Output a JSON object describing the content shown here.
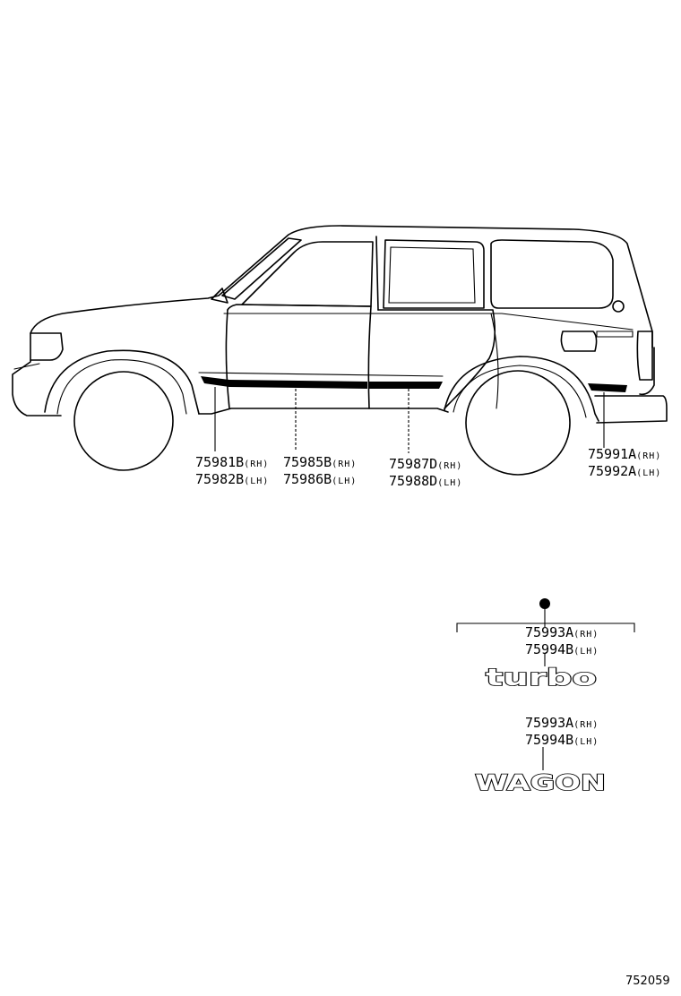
{
  "callouts": {
    "front_moulding": {
      "rh_part": "75981B",
      "rh_side": "(RH)",
      "lh_part": "75982B",
      "lh_side": "(LH)"
    },
    "front_door_moulding": {
      "rh_part": "75985B",
      "rh_side": "(RH)",
      "lh_part": "75986B",
      "lh_side": "(LH)"
    },
    "rear_door_moulding": {
      "rh_part": "75987D",
      "rh_side": "(RH)",
      "lh_part": "75988D",
      "lh_side": "(LH)"
    },
    "rear_moulding": {
      "rh_part": "75991A",
      "rh_side": "(RH)",
      "lh_part": "75992A",
      "lh_side": "(LH)"
    },
    "turbo_emblem": {
      "rh_part": "75993A",
      "rh_side": "(RH)",
      "lh_part": "75994B",
      "lh_side": "(LH)"
    },
    "wagon_emblem": {
      "rh_part": "75993A",
      "rh_side": "(RH)",
      "lh_part": "75994B",
      "lh_side": "(LH)"
    }
  },
  "emblems": {
    "turbo_text": "turbo",
    "wagon_text": "WAGON"
  },
  "figure_number": "752059"
}
